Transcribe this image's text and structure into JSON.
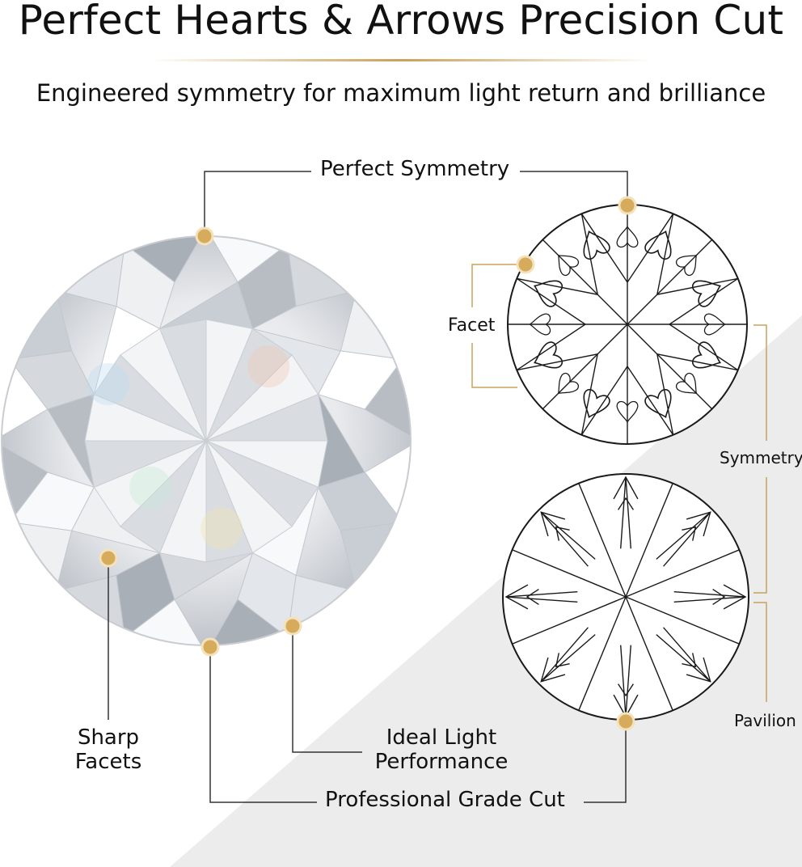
{
  "header": {
    "title": "Perfect Hearts & Arrows Precision Cut",
    "subtitle": "Engineered symmetry for maximum light return and brilliance"
  },
  "labels": {
    "perfect_symmetry": "Perfect Symmetry",
    "facet": "Facet",
    "symmetry": "Symmetry",
    "pavilion": "Pavilion",
    "sharp_facets_line1": "Sharp",
    "sharp_facets_line2": "Facets",
    "ideal_light_line1": "Ideal Light",
    "ideal_light_line2": "Performance",
    "professional_grade_cut": "Professional Grade Cut"
  },
  "colors": {
    "accent_gold": "#c9a25a",
    "leader_line": "#333333",
    "diagram_stroke": "#1a1a1a",
    "background_wedge": "#ececec"
  },
  "icons": {
    "callout_marker": "gold-dot-icon",
    "gem": "round-brilliant-diamond-icon",
    "hearts_pattern": "hearts-pattern-icon",
    "arrows_pattern": "arrows-pattern-icon"
  }
}
